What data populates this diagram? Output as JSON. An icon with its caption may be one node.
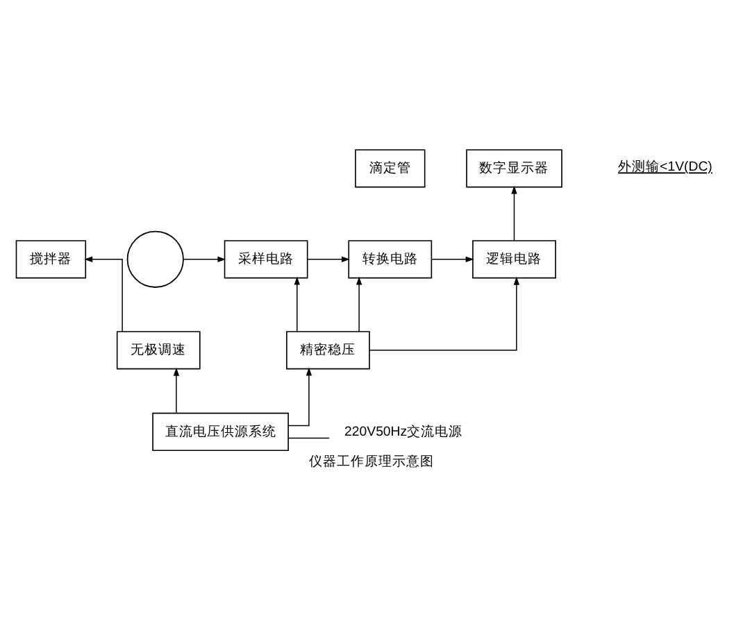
{
  "diagram": {
    "caption": "仪器工作原理示意图",
    "nodes": [
      {
        "text": [
          "滴定管"
        ]
      },
      {
        "text": [
          "数字显示器"
        ]
      },
      {
        "text": [],
        "shape": "picture"
      },
      {
        "text": [
          "采样电路"
        ]
      },
      {
        "text": [
          "转换电路"
        ]
      },
      {
        "text": [
          "逻辑电路"
        ]
      },
      {
        "text": [
          "搅拌器"
        ]
      },
      {
        "text": [
          "精密稳压"
        ]
      },
      {
        "text": [
          "无极调速"
        ]
      },
      {
        "text": [
          "直流电压供源系统"
        ]
      },
      {
        "text": [
          "220V50Hz交流电源"
        ]
      }
    ],
    "edges": [
      {
        "from": 2,
        "to": 3,
        "arrow": "to"
      },
      {
        "from": 3,
        "to": 4,
        "arrow": "to"
      },
      {
        "from": 4,
        "to": 5,
        "arrow": "to"
      },
      {
        "from": 5,
        "to": 1,
        "arrow": "to"
      },
      {
        "from": 7,
        "to": 3,
        "arrow": "to"
      },
      {
        "from": 7,
        "to": 4,
        "arrow": "to"
      },
      {
        "from": 7,
        "to": 5,
        "arrow": "to"
      },
      {
        "from": 8,
        "to": 6,
        "arrow": "to"
      },
      {
        "from": 9,
        "to": 8,
        "arrow": "to"
      },
      {
        "from": 9,
        "to": 7,
        "arrow": "to"
      },
      {
        "from": 9,
        "to": 10,
        "arrow": "none"
      }
    ],
    "labels": [
      "外测输<1V(DC)"
    ]
  }
}
